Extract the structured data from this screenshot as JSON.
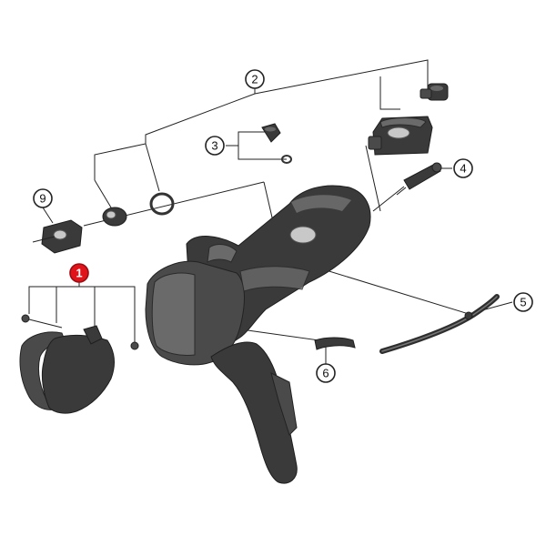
{
  "callouts": [
    {
      "label": "1",
      "active": true
    },
    {
      "label": "2",
      "active": false
    },
    {
      "label": "3",
      "active": false
    },
    {
      "label": "4",
      "active": false
    },
    {
      "label": "5",
      "active": false
    },
    {
      "label": "6",
      "active": false
    },
    {
      "label": "9",
      "active": false
    }
  ],
  "colors": {
    "active_callout": "#e0131a",
    "part_fill": "#3a3a3a",
    "line": "#222222"
  }
}
